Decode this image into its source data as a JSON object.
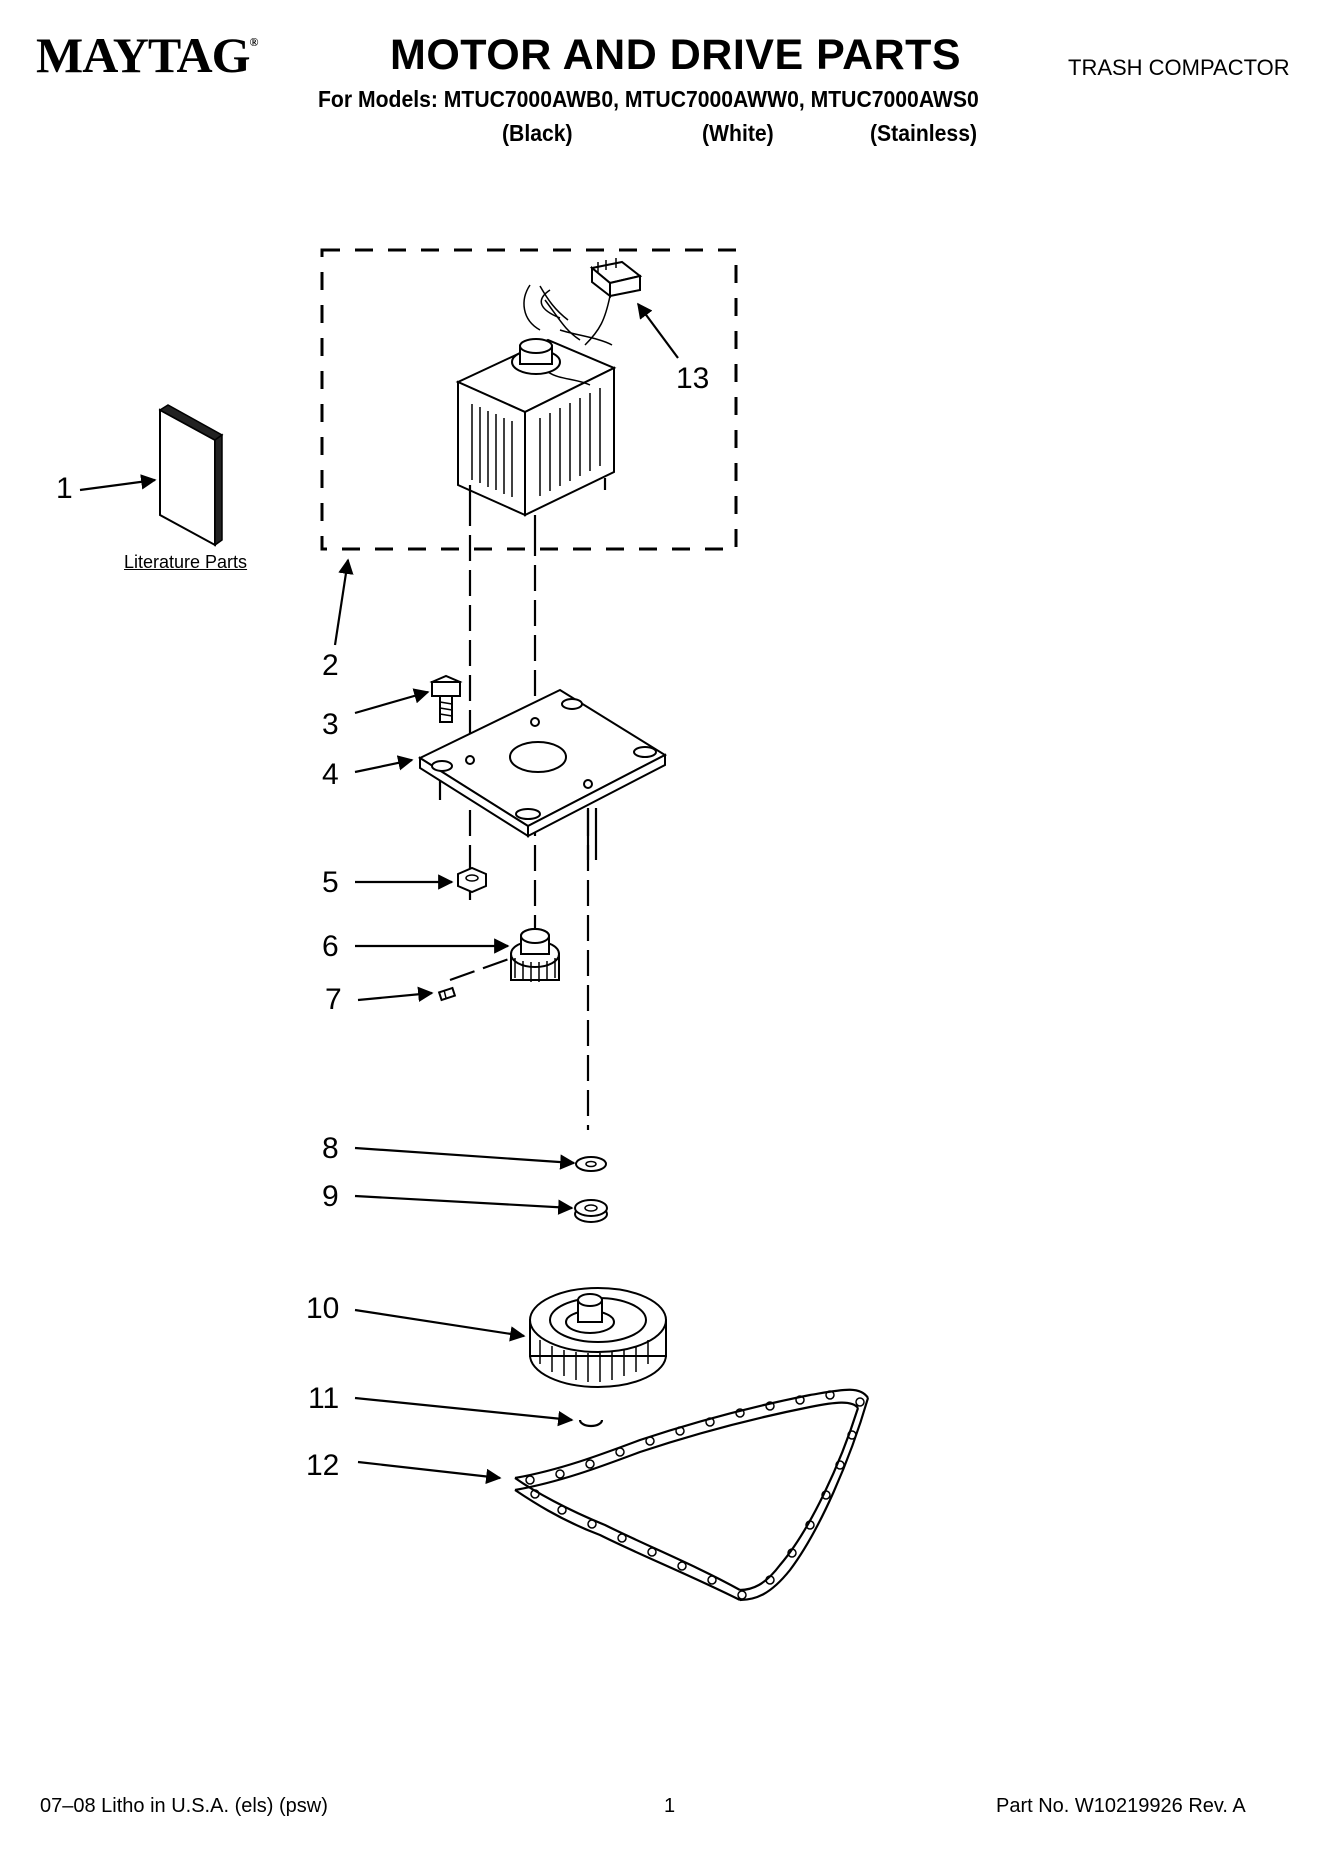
{
  "header": {
    "brand": "MAYTAG",
    "brand_mark": "®",
    "title": "MOTOR AND DRIVE PARTS",
    "category": "TRASH COMPACTOR",
    "models_line": "For Models: MTUC7000AWB0, MTUC7000AWW0, MTUC7000AWS0",
    "variants": [
      "(Black)",
      "(White)",
      "(Stainless)"
    ]
  },
  "literature_label": "Literature Parts",
  "callouts": [
    "1",
    "2",
    "3",
    "4",
    "5",
    "6",
    "7",
    "8",
    "9",
    "10",
    "11",
    "12",
    "13"
  ],
  "parts_depicted": [
    "literature-booklet",
    "motor-assembly",
    "screw",
    "motor-mounting-plate",
    "nut",
    "drive-gear",
    "set-screw",
    "washer",
    "spacer",
    "sprocket-gear",
    "retaining-ring",
    "drive-chain",
    "terminal-connector"
  ],
  "footer": {
    "left": "07–08 Litho in U.S.A. (els) (psw)",
    "page": "1",
    "right": "Part No. W10219926 Rev. A"
  }
}
